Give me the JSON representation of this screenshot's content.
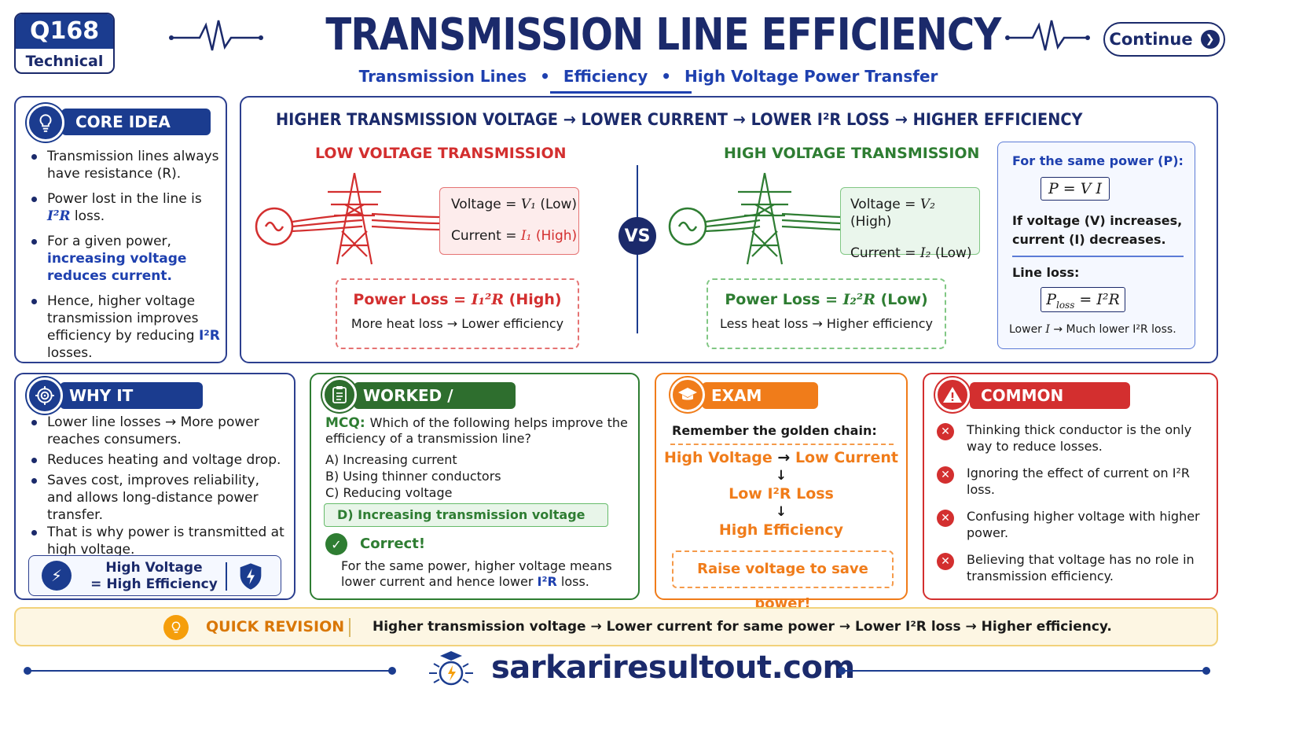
{
  "header": {
    "badge_number": "Q168",
    "badge_label": "Technical",
    "title": "TRANSMISSION LINE EFFICIENCY",
    "subtitle_parts": [
      "Transmission Lines",
      "Efficiency",
      "High Voltage Power Transfer"
    ],
    "subtitle_sep": "•",
    "continue_label": "Continue"
  },
  "core_idea": {
    "heading": "CORE IDEA",
    "b1": "Transmission lines always have resistance (R).",
    "b2_a": "Power lost in the line is ",
    "b2_math": "I²R",
    "b2_b": " loss.",
    "b3_a": "For a given power, ",
    "b3_hl": "increasing voltage reduces current.",
    "b4_a": "Hence, higher voltage transmission improves efficiency by reducing ",
    "b4_hl": "I²R",
    "b4_b": " losses."
  },
  "main": {
    "chain": "HIGHER TRANSMISSION VOLTAGE → LOWER CURRENT → LOWER I²R LOSS → HIGHER EFFICIENCY",
    "low": {
      "title": "LOW VOLTAGE TRANSMISSION",
      "voltage_label": "Voltage = ",
      "voltage_math": "V₁",
      "voltage_note": " (Low)",
      "current_label": "Current = ",
      "current_math": "I₁",
      "current_note": " (High)",
      "loss_label": "Power Loss = ",
      "loss_math": "I₁²R",
      "loss_note": " (High)",
      "loss_sub": "More heat loss → Lower efficiency"
    },
    "vs": "VS",
    "high": {
      "title": "HIGH VOLTAGE TRANSMISSION",
      "voltage_label": "Voltage = ",
      "voltage_math": "V₂",
      "voltage_note": " (High)",
      "current_label": "Current = ",
      "current_math": "I₂",
      "current_note": " (Low)",
      "loss_label": "Power Loss = ",
      "loss_math": "I₂²R",
      "loss_note": " (Low)",
      "loss_sub": "Less heat loss → Higher efficiency"
    },
    "side": {
      "heading": "For the same power (P):",
      "formula1": "P = V I",
      "text1": "If voltage (V) increases, current (I) decreases.",
      "heading2": "Line loss:",
      "formula2_a": "P",
      "formula2_sub": "loss",
      "formula2_b": " = I²R",
      "note_a": "Lower ",
      "note_math": "I",
      "note_b": " → Much lower I²R loss."
    }
  },
  "why": {
    "heading": "WHY IT MATTERS",
    "items": [
      "Lower line losses → More power reaches consumers.",
      "Reduces heating and voltage drop.",
      "Saves cost, improves reliability, and allows long-distance power transfer.",
      "That is why power is transmitted at high voltage."
    ],
    "banner_l1": "High Voltage",
    "banner_l2": "= High Efficiency"
  },
  "worked": {
    "heading": "WORKED / ANSWER",
    "mcq_tag": "MCQ:",
    "question": "Which of the following helps improve the efficiency of a transmission line?",
    "options": [
      "A)  Increasing current",
      "B)  Using thinner conductors",
      "C)  Reducing voltage"
    ],
    "answer": "D) Increasing transmission voltage",
    "correct": "Correct!",
    "explanation_a": "For the same power, higher voltage means lower current and hence lower ",
    "explanation_hl": "I²R",
    "explanation_b": " loss."
  },
  "trick": {
    "heading": "EXAM TRICK",
    "intro": "Remember the golden chain:",
    "step1_a": "High Voltage",
    "step1_arrow": "→",
    "step1_b": "Low Current",
    "down": "↓",
    "step2": "Low I²R Loss",
    "step3": "High Efficiency",
    "slogan": "Raise voltage to save power!"
  },
  "mistake": {
    "heading": "COMMON MISTAKE",
    "items": [
      "Thinking thick conductor is the only way to reduce losses.",
      "Ignoring the effect of current on I²R loss.",
      "Confusing higher voltage with higher power.",
      "Believing that voltage has no role in transmission efficiency."
    ]
  },
  "revision": {
    "label": "QUICK REVISION",
    "text": "Higher transmission voltage → Lower current for same power → Lower I²R loss → Higher efficiency."
  },
  "footer": {
    "site": "sarkariresultout.com"
  },
  "colors": {
    "navy": "#1b2a6b",
    "red": "#d32f2f",
    "green": "#2e7d32",
    "orange": "#f07c1a",
    "blue": "#1e40af"
  }
}
